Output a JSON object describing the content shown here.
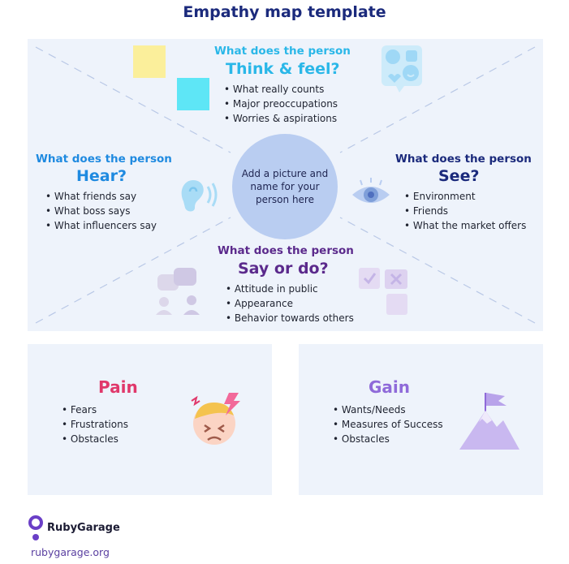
{
  "title": "Empathy map template",
  "center": "Add a picture and name for your person here",
  "think": {
    "question": "What does the person",
    "heading": "Think & feel?",
    "items": [
      "What really counts",
      "Major preoccupations",
      "Worries & aspirations"
    ]
  },
  "hear": {
    "question": "What does the person",
    "heading": "Hear?",
    "items": [
      "What friends say",
      "What boss says",
      "What influencers say"
    ]
  },
  "see": {
    "question": "What does the person",
    "heading": "See?",
    "items": [
      "Environment",
      "Friends",
      "What the market offers"
    ]
  },
  "say": {
    "question": "What does the person",
    "heading": "Say or do?",
    "items": [
      "Attitude in public",
      "Appearance",
      "Behavior towards others"
    ]
  },
  "pain": {
    "heading": "Pain",
    "items": [
      "Fears",
      "Frustrations",
      "Obstacles"
    ]
  },
  "gain": {
    "heading": "Gain",
    "items": [
      "Wants/Needs",
      "Measures of Success",
      "Obstacles"
    ]
  },
  "footer": {
    "logo": "RubyGarage",
    "url": "rubygarage.org"
  },
  "colors": {
    "title": "#1b2a7c",
    "think": "#2ab7e8",
    "hear": "#1f8ae0",
    "see": "#1b2a7c",
    "say": "#5b2a8c",
    "pain": "#e0386b",
    "gain": "#8f6ad9",
    "sticky_yellow": "#fbef9b",
    "sticky_cyan": "#5ee6f6"
  }
}
